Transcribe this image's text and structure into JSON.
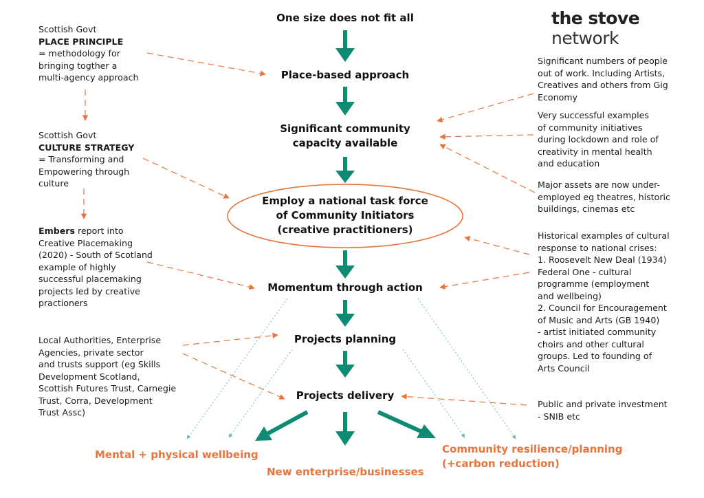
{
  "logo": {
    "bold": "the stove",
    "light": "network"
  },
  "flow": {
    "step1": "One size does not fit all",
    "step2": "Place-based approach",
    "step3": [
      "Significant community",
      "capacity available"
    ],
    "step4": [
      "Employ a national task force",
      "of Community Initiators",
      "(creative practitioners)"
    ],
    "step5": "Momentum through action",
    "step6": "Projects planning",
    "step7": "Projects delivery"
  },
  "outcomes": {
    "wellbeing": "Mental + physical wellbeing",
    "enterprise": "New enterprise/businesses",
    "resilience": [
      "Community resilience/planning",
      "(+carbon reduction)"
    ]
  },
  "left": {
    "place": {
      "pre": "Scottish Govt",
      "bold": "PLACE PRINCIPLE",
      "lines": [
        "= methodology for",
        "bringing togther a",
        "multi-agency approach"
      ]
    },
    "culture": {
      "pre": "Scottish Govt",
      "bold": "CULTURE STRATEGY",
      "lines": [
        "= Transforming and",
        "Empowering through",
        "culture"
      ]
    },
    "embers": {
      "bold": "Embers",
      "rest": " report into",
      "lines": [
        "Creative Placemaking",
        "(2020) - South of Scotland",
        "example of highly",
        "successful placemaking",
        "projects led by creative",
        "practioners"
      ]
    },
    "local": {
      "lines": [
        "Local Authorities, Enterprise",
        "Agencies, private sector",
        "and trusts support (eg Skills",
        "Development Scotland,",
        "Scottish Futures Trust, Carnegie",
        "Trust, Corra, Development",
        "Trust Assc)"
      ]
    }
  },
  "right": {
    "work": {
      "lines": [
        "Significant numbers of people",
        "out of work. Including Artists,",
        "Creatives and others from Gig",
        "Economy"
      ]
    },
    "examples": {
      "lines": [
        "Very successful examples",
        "of community initiatives",
        "during lockdown and role of",
        "creativity in mental health",
        "and education"
      ]
    },
    "assets": {
      "lines": [
        "Major assets are now under-",
        "employed eg theatres, historic",
        "buildings, cinemas etc"
      ]
    },
    "historical": {
      "lines": [
        "Historical examples of cultural",
        "response to national crises:",
        "1. Roosevelt New Deal (1934)",
        "Federal One - cultural",
        "programme (employment",
        "and wellbeing)",
        "2. Council for Encouragement",
        "of Music and Arts (GB 1940)",
        "- artist initiated community",
        "choirs and other cultural",
        "groups. Led to founding of",
        "Arts Council"
      ]
    },
    "investment": {
      "lines": [
        "Public and private investment",
        "- SNIB etc"
      ]
    }
  },
  "colors": {
    "green": "#0d8c73",
    "orange": "#e8743c",
    "teal": "#6fb6c2",
    "text": "#1a1a1a"
  }
}
